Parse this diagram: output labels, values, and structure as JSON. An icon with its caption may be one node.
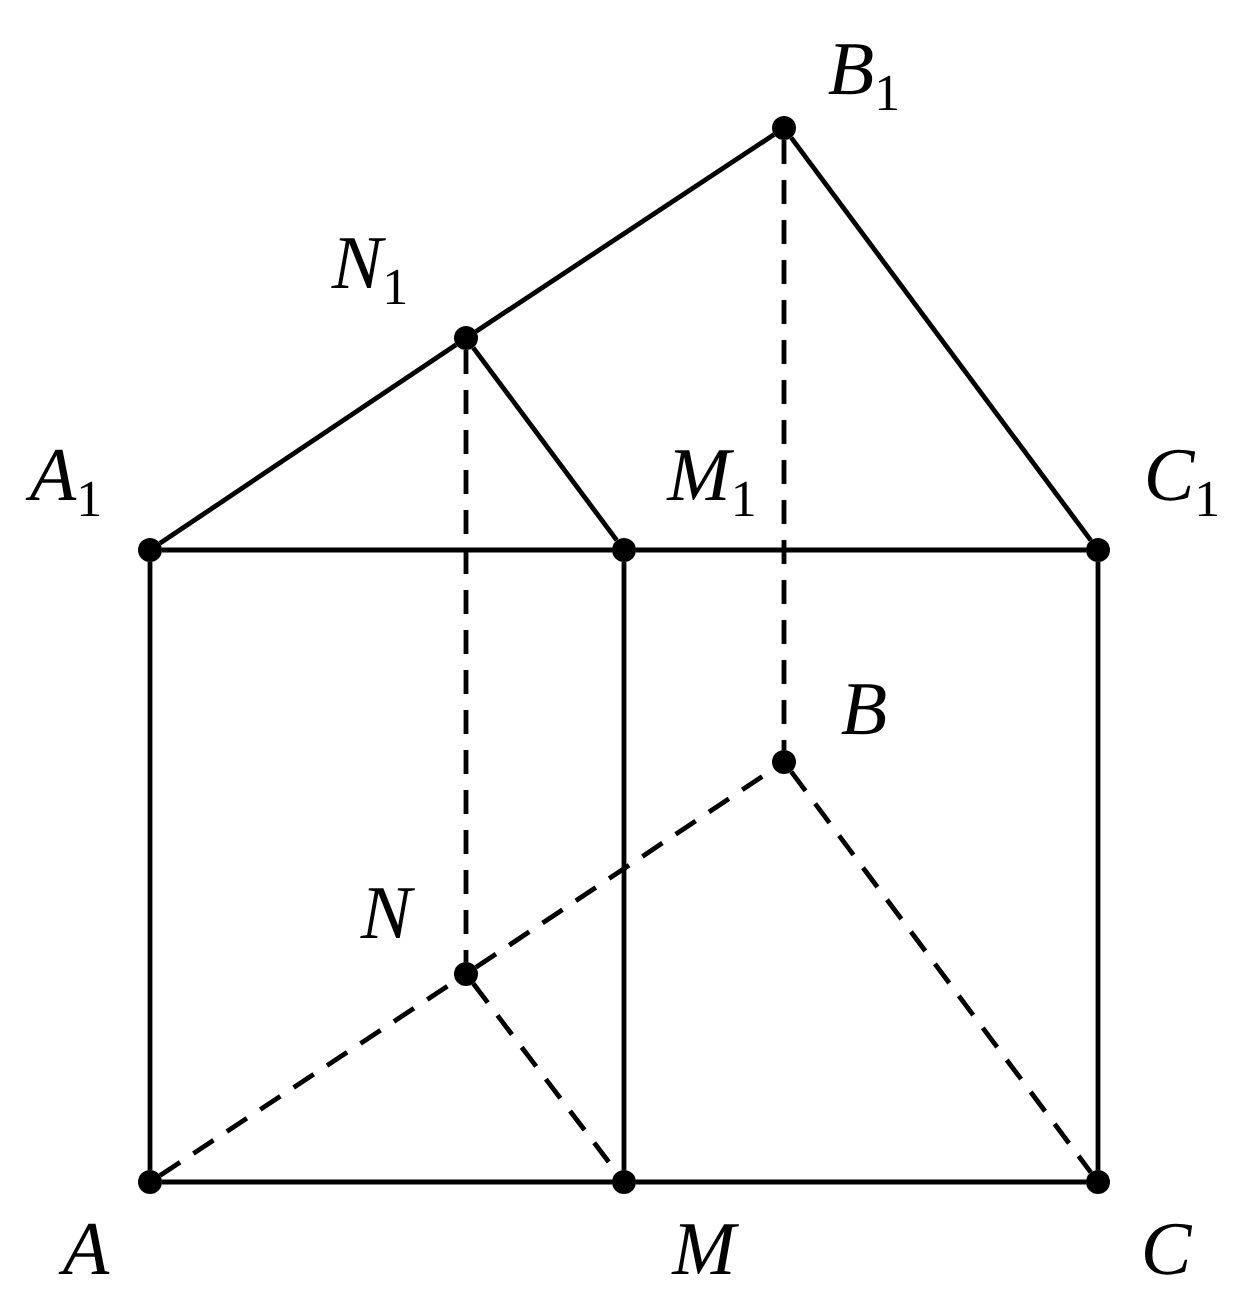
{
  "diagram": {
    "nodes": [
      {
        "text": [
          "B$_{1}$"
        ]
      },
      {
        "text": [
          "N$_{1}$"
        ]
      },
      {
        "text": [
          "A$_{1}$"
        ]
      },
      {
        "text": [
          "M$_{1}$"
        ]
      },
      {
        "text": [
          "C$_{1}$"
        ]
      },
      {
        "text": [
          "B"
        ]
      },
      {
        "text": [
          "N"
        ]
      },
      {
        "text": [
          "A"
        ]
      },
      {
        "text": [
          "M"
        ]
      },
      {
        "text": [
          "C"
        ]
      }
    ],
    "edges": [
      {
        "from": 2,
        "to": 1,
        "arrow": "none"
      },
      {
        "from": 1,
        "to": 0,
        "arrow": "none"
      },
      {
        "from": 0,
        "to": 4,
        "arrow": "none"
      },
      {
        "from": 1,
        "to": 3,
        "arrow": "none"
      },
      {
        "from": 2,
        "to": 3,
        "arrow": "none"
      },
      {
        "from": 3,
        "to": 4,
        "arrow": "none"
      },
      {
        "from": 2,
        "to": 7,
        "arrow": "none"
      },
      {
        "from": 3,
        "to": 8,
        "arrow": "none"
      },
      {
        "from": 4,
        "to": 9,
        "arrow": "none"
      },
      {
        "from": 7,
        "to": 8,
        "arrow": "none"
      },
      {
        "from": 8,
        "to": 9,
        "arrow": "none"
      },
      {
        "from": 0,
        "to": 5,
        "arrow": "none",
        "style": "dashed"
      },
      {
        "from": 1,
        "to": 6,
        "arrow": "none",
        "style": "dashed"
      },
      {
        "from": 7,
        "to": 6,
        "arrow": "none",
        "style": "dashed"
      },
      {
        "from": 6,
        "to": 5,
        "arrow": "none",
        "style": "dashed"
      },
      {
        "from": 6,
        "to": 8,
        "arrow": "none",
        "style": "dashed"
      },
      {
        "from": 5,
        "to": 9,
        "arrow": "none",
        "style": "dashed"
      }
    ]
  }
}
